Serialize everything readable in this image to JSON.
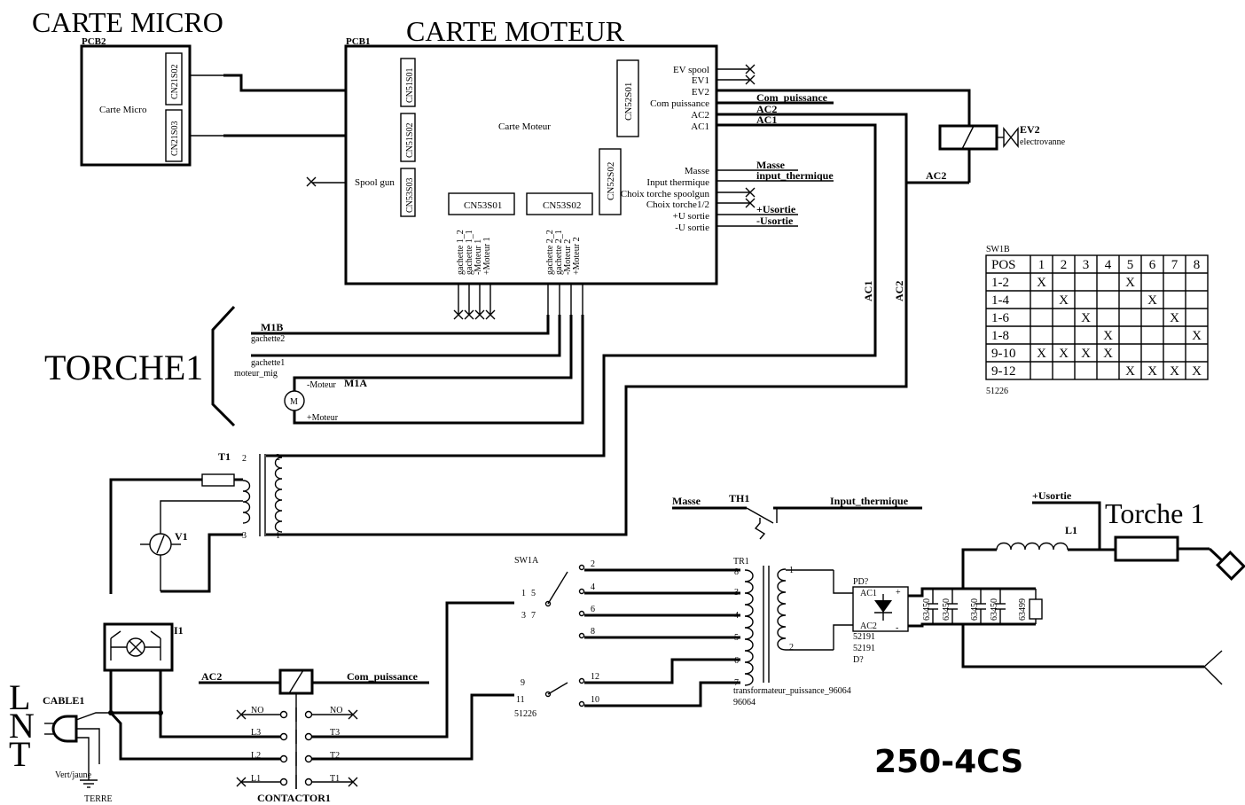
{
  "titles": {
    "micro": "CARTE MICRO",
    "moteur": "CARTE MOTEUR",
    "torche1": "TORCHE1",
    "torche_out": "Torche 1",
    "model": "250-4CS"
  },
  "pcb2": {
    "ref": "PCB2",
    "label": "Carte Micro",
    "connectors": [
      "CN21S02",
      "CN21S03"
    ]
  },
  "pcb1": {
    "ref": "PCB1",
    "label": "Carte Moteur",
    "left_connectors": [
      "CN51S01",
      "CN51S02",
      "CN53S03"
    ],
    "spool_gun": "Spool gun",
    "cn52s01": "CN52S01",
    "cn52s02": "CN52S02",
    "cn53s01": "CN53S01",
    "cn53s02": "CN53S02",
    "cn53s01_pins": [
      "gachette 1_2",
      "gachette 1_1",
      "-Moteur 1",
      "+Moteur 1"
    ],
    "cn53s02_pins": [
      "gachette 2_2",
      "gachette 2_1",
      "-Moteur 2",
      "+Moteur 2"
    ],
    "right_pins_top": [
      "EV spool",
      "EV1",
      "EV2",
      "Com puissance",
      "AC2",
      "AC1"
    ],
    "right_pins_bottom": [
      "Masse",
      "Input thermique",
      "Choix torche spoolgun",
      "Choix torche1/2",
      "+U sortie",
      "-U sortie"
    ]
  },
  "net_labels": {
    "com_puissance": "Com_puissance",
    "ac2": "AC2",
    "ac1": "AC1",
    "masse": "Masse",
    "input_thermique": "input_thermique",
    "usortie_plus": "+Usortie",
    "usortie_minus": "-Usortie",
    "ac2_ev": "AC2",
    "ac1_vert": "AC1",
    "ac2_vert": "AC2"
  },
  "ev2": {
    "ref": "EV2",
    "label": "electrovanne"
  },
  "switch_table": {
    "ref": "SW1B",
    "footer": "51226",
    "headers": [
      "POS",
      "1",
      "2",
      "3",
      "4",
      "5",
      "6",
      "7",
      "8"
    ],
    "rows": [
      [
        "1-2",
        "X",
        "",
        "",
        "",
        "X",
        "",
        "",
        ""
      ],
      [
        "1-4",
        "",
        "X",
        "",
        "",
        "",
        "X",
        "",
        ""
      ],
      [
        "1-6",
        "",
        "",
        "X",
        "",
        "",
        "",
        "X",
        ""
      ],
      [
        "1-8",
        "",
        "",
        "",
        "X",
        "",
        "",
        "",
        "X"
      ],
      [
        "9-10",
        "X",
        "X",
        "X",
        "X",
        "",
        "",
        "",
        ""
      ],
      [
        "9-12",
        "",
        "",
        "",
        "",
        "X",
        "X",
        "X",
        "X"
      ]
    ]
  },
  "torch": {
    "m1b": "M1B",
    "gachette2": "gachette2",
    "gachette1": "gachette1",
    "moteur_mig": "moteur_mig",
    "m1a": "M1A",
    "moteur_minus": "-Moteur",
    "moteur_plus": "+Moteur",
    "motor_symbol": "M"
  },
  "t1": {
    "ref": "T1",
    "pins": [
      "2",
      "3",
      "2",
      "1"
    ],
    "v1": "V1",
    "i1": "I1"
  },
  "th1": {
    "ref": "TH1",
    "masse": "Masse",
    "input": "Input_thermique"
  },
  "sw1a": {
    "ref": "SW1A",
    "pins_top": [
      "1",
      "5",
      "3",
      "7"
    ],
    "pins_bottom": [
      "9",
      "11"
    ],
    "code": "51226",
    "contacts_top": [
      "2",
      "4",
      "6",
      "8"
    ],
    "contacts_bottom": [
      "12",
      "10"
    ]
  },
  "tr1": {
    "ref": "TR1",
    "primary_pins": [
      "3",
      "4",
      "5",
      "6",
      "7",
      "8"
    ],
    "secondary_pins": [
      "1",
      "2"
    ],
    "name": "transformateur_puissance_96064",
    "code": "96064"
  },
  "pd": {
    "ref": "PD?",
    "ac1": "AC1",
    "ac2": "AC2",
    "plus": "+",
    "minus": "-",
    "codes": [
      "52191",
      "52191"
    ],
    "d": "D?"
  },
  "caps": [
    "63450",
    "63450",
    "63450",
    "63450"
  ],
  "resistor": "63499",
  "l1": "L1",
  "mains": {
    "L": "L",
    "N": "N",
    "T": "T",
    "cable": "CABLE1",
    "vert_jaune": "Vert/jaune",
    "terre": "TERRE"
  },
  "contactor": {
    "ac2": "AC2",
    "com_puissance": "Com_puissance",
    "ref": "CONTACTOR1",
    "left": [
      "NO",
      "L3",
      "L2",
      "L1"
    ],
    "right": [
      "NO",
      "T3",
      "T2",
      "T1"
    ]
  }
}
